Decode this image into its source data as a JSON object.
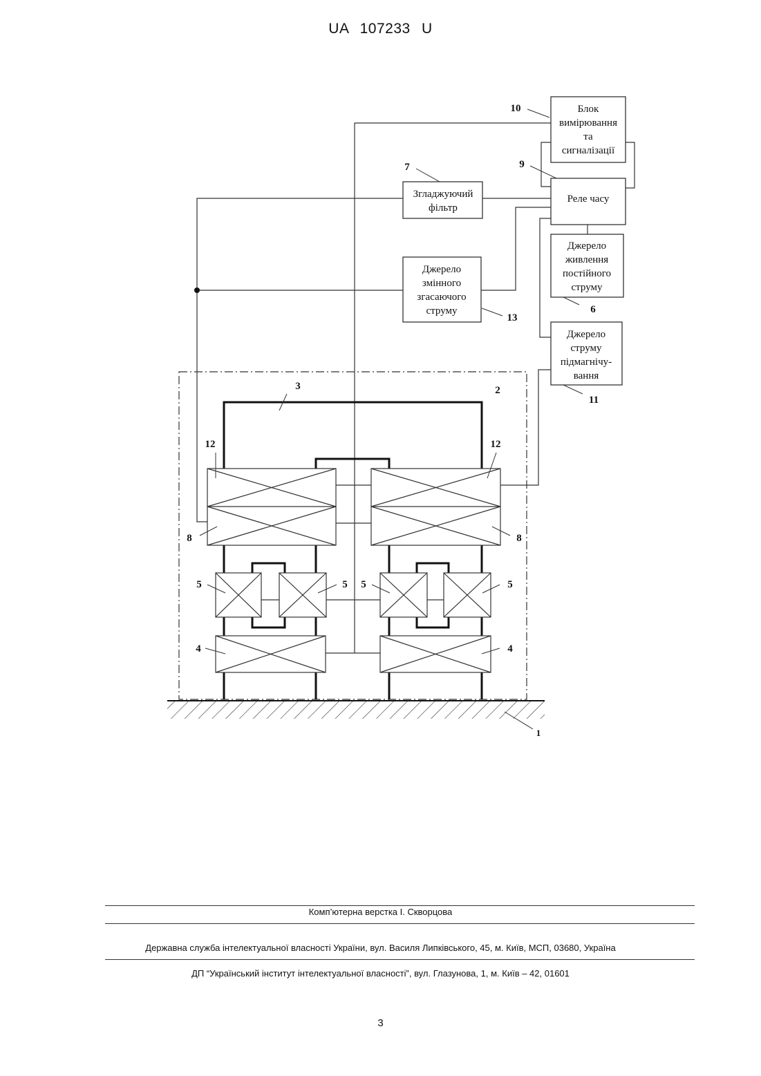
{
  "header": {
    "patent": "UA 107233 U"
  },
  "figure": {
    "blocks": {
      "b10": [
        "Блок",
        "вимірювання",
        "та",
        "сигналізації"
      ],
      "b9": [
        "Реле часу"
      ],
      "b7": [
        "Згладжуючий",
        "фільтр"
      ],
      "b6": [
        "Джерело",
        "живлення",
        "постійного",
        "струму"
      ],
      "b13": [
        "Джерело",
        "змінного",
        "згасаючого",
        "струму"
      ],
      "b11": [
        "Джерело",
        "струму",
        "підмагнічу-",
        "вання"
      ]
    },
    "labels": {
      "n10": "10",
      "n9": "9",
      "n7": "7",
      "n13": "13",
      "n6": "6",
      "n11": "11",
      "n3": "3",
      "n2": "2",
      "n12a": "12",
      "n12b": "12",
      "n8a": "8",
      "n8b": "8",
      "n5a": "5",
      "n5b": "5",
      "n5c": "5",
      "n5d": "5",
      "n4a": "4",
      "n4b": "4",
      "n1": "1"
    }
  },
  "footer": {
    "layout": "Комп’ютерна верстка І. Скворцова",
    "office": "Державна служба інтелектуальної власності України, вул. Василя Липківського, 45, м. Київ, МСП, 03680, Україна",
    "institute": "ДП “Український інститут інтелектуальної власності”, вул. Глазунова, 1, м. Київ – 42, 01601",
    "page": "3"
  }
}
